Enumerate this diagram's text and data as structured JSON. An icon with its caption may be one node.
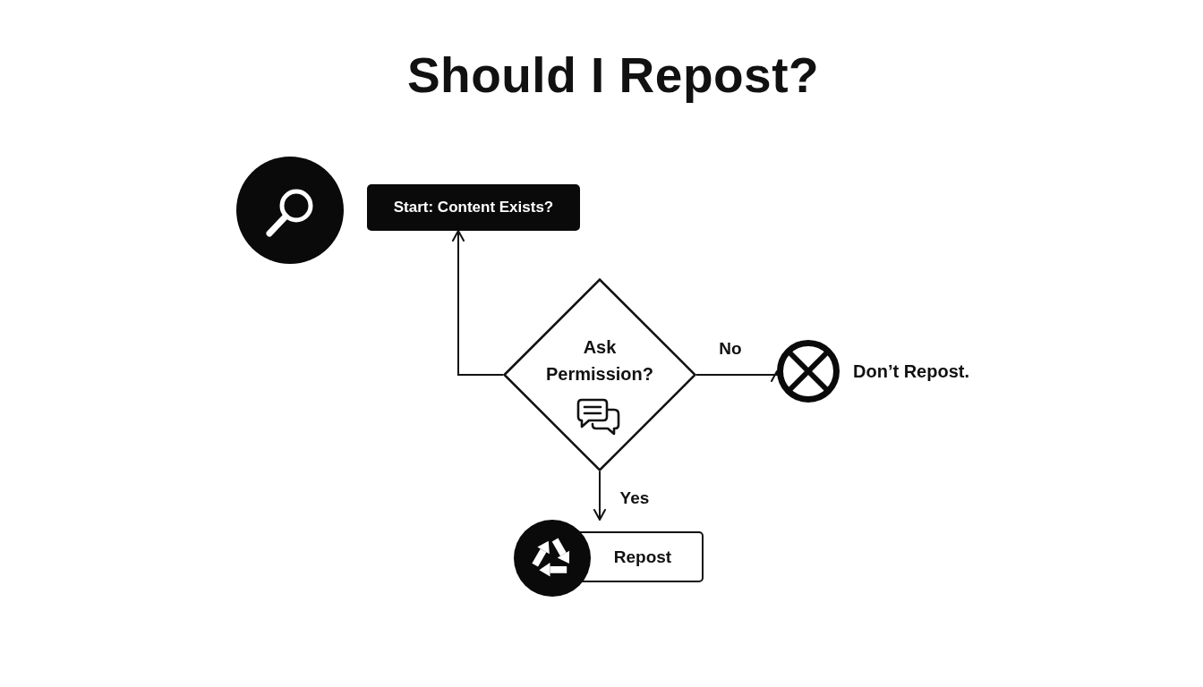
{
  "diagram": {
    "title": "Should I Repost?",
    "nodes": [
      {
        "text": [
          "Start: Content Exists?"
        ]
      },
      {
        "text": [
          "Ask Permission?"
        ]
      },
      {
        "text": [
          "Don’t Repost."
        ]
      },
      {
        "text": [
          "Repost"
        ]
      }
    ],
    "edges": [
      {
        "from": 1,
        "to": 0,
        "arrow": "to"
      },
      {
        "from": 1,
        "to": 2,
        "arrow": "to",
        "label": "No"
      },
      {
        "from": 1,
        "to": 3,
        "arrow": "to",
        "label": "Yes"
      }
    ]
  }
}
